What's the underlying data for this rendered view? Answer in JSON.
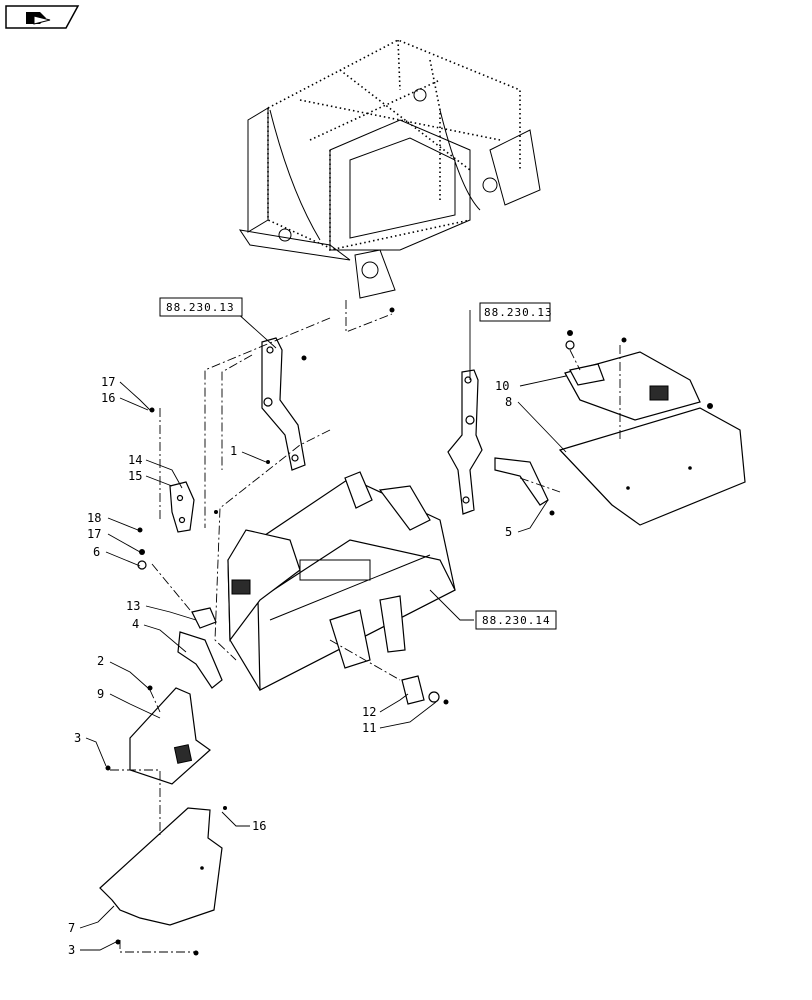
{
  "nav_icon": {
    "name": "page-turn-icon"
  },
  "callouts": [
    {
      "id": "c-17a",
      "text": "17"
    },
    {
      "id": "c-16a",
      "text": "16"
    },
    {
      "id": "c-1",
      "text": "1"
    },
    {
      "id": "c-14",
      "text": "14"
    },
    {
      "id": "c-15",
      "text": "15"
    },
    {
      "id": "c-18",
      "text": "18"
    },
    {
      "id": "c-17b",
      "text": "17"
    },
    {
      "id": "c-6",
      "text": "6"
    },
    {
      "id": "c-13",
      "text": "13"
    },
    {
      "id": "c-4",
      "text": "4"
    },
    {
      "id": "c-2",
      "text": "2"
    },
    {
      "id": "c-9",
      "text": "9"
    },
    {
      "id": "c-3a",
      "text": "3"
    },
    {
      "id": "c-16b",
      "text": "16"
    },
    {
      "id": "c-7",
      "text": "7"
    },
    {
      "id": "c-3b",
      "text": "3"
    },
    {
      "id": "c-10",
      "text": "10"
    },
    {
      "id": "c-8",
      "text": "8"
    },
    {
      "id": "c-5",
      "text": "5"
    },
    {
      "id": "c-12",
      "text": "12"
    },
    {
      "id": "c-11",
      "text": "11"
    }
  ],
  "references": [
    {
      "id": "ref-left",
      "text": "88.230.13"
    },
    {
      "id": "ref-right",
      "text": "88.230.13"
    },
    {
      "id": "ref-bottom",
      "text": "88.230.14"
    }
  ]
}
